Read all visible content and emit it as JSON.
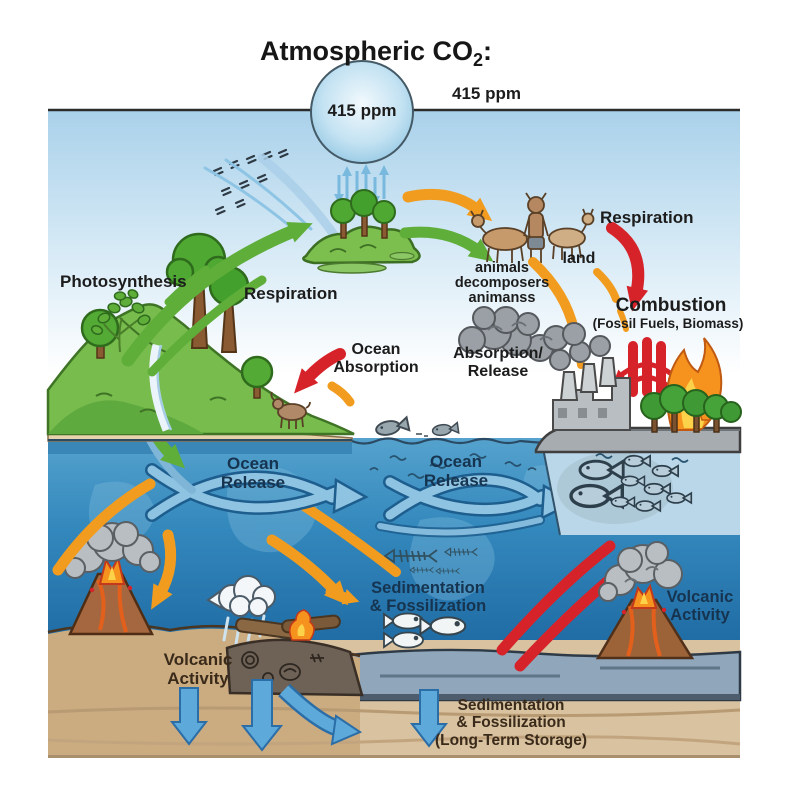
{
  "title": {
    "prefix": "Atmospheric CO",
    "subscript": "2",
    "suffix": ":"
  },
  "atmosphere": {
    "bubble_value": "415 ppm",
    "side_value": "415 ppm"
  },
  "labels": {
    "photosynthesis": "Photosynthesis",
    "respiration_left": "Respiration",
    "respiration_right": "Respiration",
    "ocean_absorption": "Ocean\nAbsorption",
    "absorption_release": "Absorption/\nRelease",
    "animals_group": "animals\ndecomposers\nanimanss",
    "land": "land",
    "combustion_title": "Combustion",
    "combustion_subtitle": "(Fossil Fuels, Biomass)",
    "ocean_release_left": "Ocean\nRelease",
    "ocean_release_mid": "Ocean\nRelease",
    "sedimentation_mid": "Sedimentation\n& Fossilization",
    "volcanic_activity_left": "Volcanic\nActivity",
    "volcanic_activity_right": "Volcanic\nActivity",
    "sedimentation_bottom": "Sedimentation\n& Fossilization\n(Long-Term Storage)"
  },
  "colors": {
    "photosynthesis_arrow_green": "#5fae3a",
    "respiration_arrow_orange": "#f29c1f",
    "combustion_red": "#d6232a",
    "ocean_current_blue": "#8fc3e2",
    "sky_blue": "#a9d1ea",
    "ocean_deep_blue": "#1e6ba3",
    "sediment_tan": "#d8c2a0"
  }
}
